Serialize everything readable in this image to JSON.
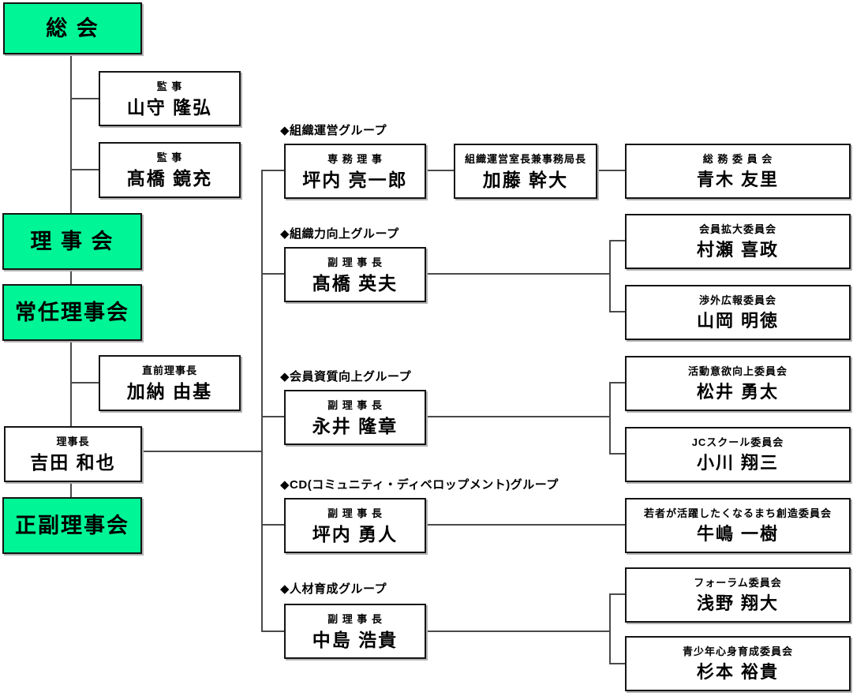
{
  "colors": {
    "highlight_green": "#00F596",
    "connector_line": "#4a4a4a",
    "box_border": "#141414"
  },
  "left_column": {
    "general_assembly": "総 会",
    "board_of_directors": "理 事 会",
    "standing_board": "常任理事会",
    "pres_vice_pres_meeting": "正副理事会",
    "auditor_1": {
      "title": "監 事",
      "name": "山守 隆弘"
    },
    "auditor_2": {
      "title": "監 事",
      "name": "髙橋 鏡充"
    },
    "immediate_past_president": {
      "title": "直前理事長",
      "name": "加納 由基"
    },
    "president": {
      "title": "理事長",
      "name": "吉田 和也"
    }
  },
  "groups": [
    {
      "label": "◆組織運営グループ",
      "leader": {
        "title": "専 務 理 事",
        "name": "坪内 亮一郎"
      },
      "staff": {
        "title": "組織運営室長兼事務局長",
        "name": "加藤 幹大"
      },
      "committees": [
        {
          "title": "総 務 委 員 会",
          "name": "青木 友里"
        }
      ]
    },
    {
      "label": "◆組織力向上グループ",
      "leader": {
        "title": "副 理 事 長",
        "name": "髙橋 英夫"
      },
      "committees": [
        {
          "title": "会員拡大委員会",
          "name": "村瀬 喜政"
        },
        {
          "title": "渉外広報委員会",
          "name": "山岡 明徳"
        }
      ]
    },
    {
      "label": "◆会員資質向上グループ",
      "leader": {
        "title": "副 理 事 長",
        "name": "永井 隆章"
      },
      "committees": [
        {
          "title": "活動意欲向上委員会",
          "name": "松井 勇太"
        },
        {
          "title": "JCスクール委員会",
          "name": "小川 翔三"
        }
      ]
    },
    {
      "label": "◆CD(コミュニティ・ディベロップメント)グループ",
      "leader": {
        "title": "副 理 事 長",
        "name": "坪内 勇人"
      },
      "committees": [
        {
          "title": "若者が活躍したくなるまち創造委員会",
          "name": "牛嶋 一樹"
        }
      ]
    },
    {
      "label": "◆人材育成グループ",
      "leader": {
        "title": "副 理 事 長",
        "name": "中島 浩貴"
      },
      "committees": [
        {
          "title": "フォーラム委員会",
          "name": "浅野 翔大"
        },
        {
          "title": "青少年心身育成委員会",
          "name": "杉本 裕貴"
        }
      ]
    }
  ]
}
